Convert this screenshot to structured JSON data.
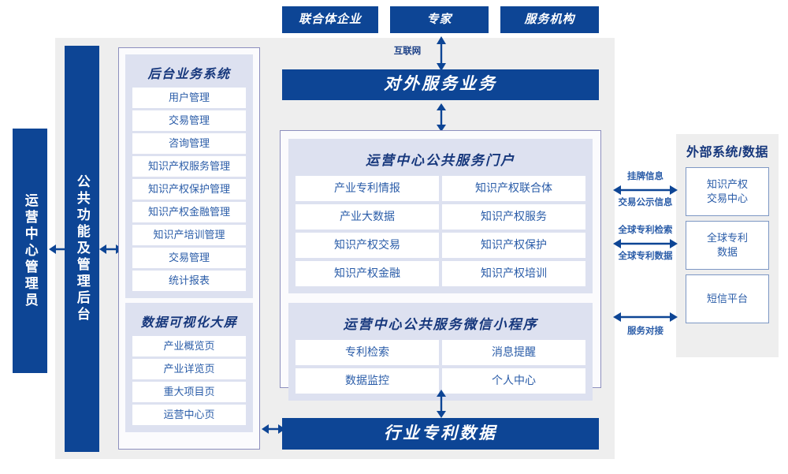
{
  "diagram": {
    "title_top_actors": [
      {
        "label": "联合体企业"
      },
      {
        "label": "专家"
      },
      {
        "label": "服务机构"
      }
    ],
    "internet_label": "互联网",
    "external_service_bar": "对外服务业务",
    "industry_patent_data_bar": "行业专利数据",
    "left_actor": "运营中心管理员",
    "left_platform": "公共功能及管理后台",
    "backoffice": {
      "title": "后台业务系统",
      "items": [
        "用户管理",
        "交易管理",
        "咨询管理",
        "知识产权服务管理",
        "知识产权保护管理",
        "知识产权金融管理",
        "知识产培训管理",
        "交易管理",
        "统计报表"
      ]
    },
    "dataviz": {
      "title": "数据可视化大屏",
      "items": [
        "产业概览页",
        "产业详览页",
        "重大项目页",
        "运营中心页"
      ]
    },
    "portal": {
      "title": "运营中心公共服务门户",
      "items": [
        "产业专利情报",
        "知识产权联合体",
        "产业大数据",
        "知识产权服务",
        "知识产权交易",
        "知识产权保护",
        "知识产权金融",
        "知识产权培训"
      ]
    },
    "miniprogram": {
      "title": "运营中心公共服务微信小程序",
      "items": [
        "专利检索",
        "消息提醒",
        "数据监控",
        "个人中心"
      ]
    },
    "external": {
      "title": "外部系统/数据",
      "boxes": [
        {
          "label": "知识产权\n交易中心"
        },
        {
          "label": "全球专利\n数据"
        },
        {
          "label": "短信平台"
        }
      ],
      "connectors": [
        {
          "above": "挂牌信息",
          "below": "交易公示信息"
        },
        {
          "above": "全球专利检索",
          "below": "全球专利数据"
        },
        {
          "above": "",
          "below": "服务对接"
        }
      ]
    },
    "colors": {
      "brand_blue": "#0d4595",
      "panel_gray": "#eeeeee",
      "group_lavender": "#dde1f0",
      "border_purple": "#8d8fbe",
      "text_blue": "#2a5ca8",
      "heading_navy": "#16377c"
    }
  }
}
